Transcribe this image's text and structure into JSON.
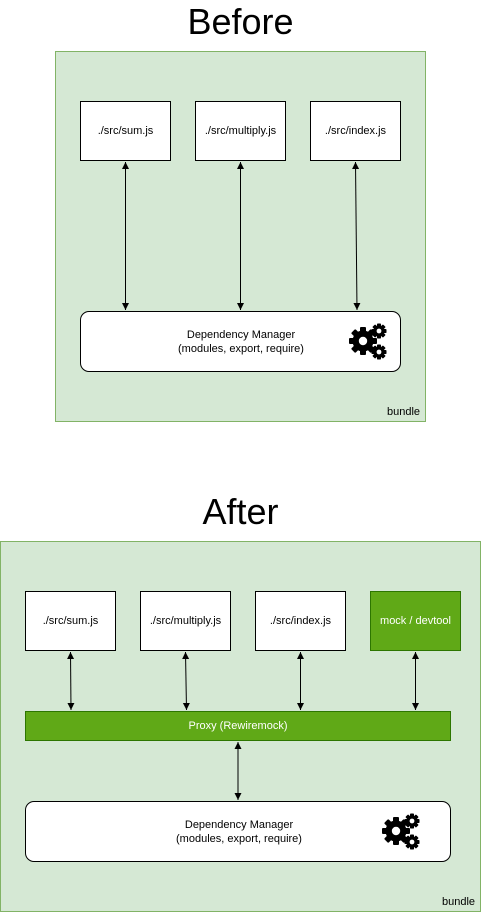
{
  "before": {
    "title": "Before",
    "bundle_label": "bundle",
    "files": [
      "./src/sum.js",
      "./src/multiply.js",
      "./src/index.js"
    ],
    "dependency_manager": {
      "line1": "Dependency Manager",
      "line2": "(modules, export, require)"
    }
  },
  "after": {
    "title": "After",
    "bundle_label": "bundle",
    "files": [
      "./src/sum.js",
      "./src/multiply.js",
      "./src/index.js"
    ],
    "mock": "mock / devtool",
    "proxy": "Proxy (Rewiremock)",
    "dependency_manager": {
      "line1": "Dependency Manager",
      "line2": "(modules, export, require)"
    }
  },
  "colors": {
    "bundle_fill": "#d5e8d4",
    "bundle_stroke": "#82b366",
    "green_fill": "#60a917",
    "green_stroke": "#2d7600"
  },
  "icons": [
    "gears-icon"
  ]
}
